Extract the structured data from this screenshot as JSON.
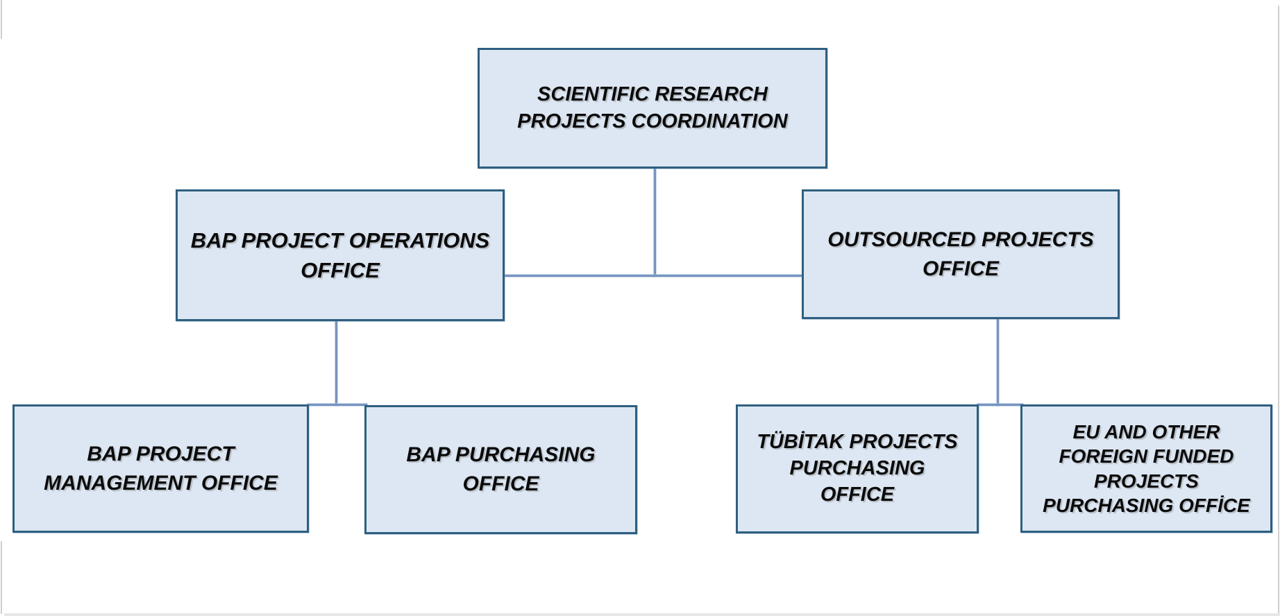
{
  "colors": {
    "node_fill": "#dde7f3",
    "node_border": "#2e5f80",
    "connector": "#7694bf",
    "text": "#0b0b0b",
    "page_background": "#ffffff",
    "page_edge": "#cfcfd1"
  },
  "org_chart": {
    "nodes": {
      "root": {
        "label": "SCIENTIFIC RESEARCH\nPROJECTS COORDINATION"
      },
      "bap_operations": {
        "label": "BAP PROJECT OPERATIONS\nOFFICE"
      },
      "outsourced": {
        "label": "OUTSOURCED PROJECTS\nOFFICE"
      },
      "bap_management": {
        "label": "BAP PROJECT\nMANAGEMENT OFFICE"
      },
      "bap_purchasing": {
        "label": "BAP PURCHASING\nOFFICE"
      },
      "tubitak_purchasing": {
        "label": "TÜBİTAK PROJECTS\nPURCHASING\nOFFICE"
      },
      "eu_foreign_purchasing": {
        "label": "EU AND OTHER\nFOREIGN FUNDED\nPROJECTS\nPURCHASING OFFİCE"
      }
    },
    "edges": [
      [
        "root",
        "bap_operations"
      ],
      [
        "root",
        "outsourced"
      ],
      [
        "bap_operations",
        "bap_management"
      ],
      [
        "bap_operations",
        "bap_purchasing"
      ],
      [
        "outsourced",
        "tubitak_purchasing"
      ],
      [
        "outsourced",
        "eu_foreign_purchasing"
      ]
    ]
  }
}
